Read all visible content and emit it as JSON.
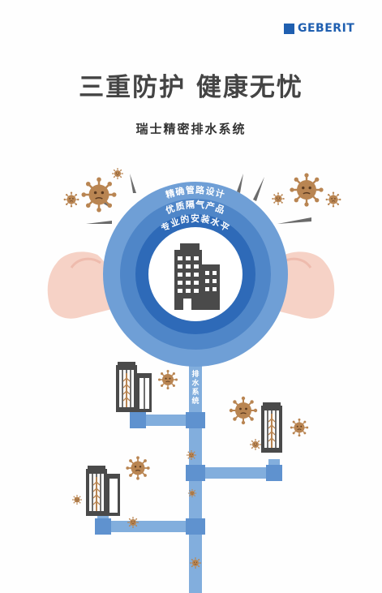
{
  "brand": {
    "name": "GEBERIT",
    "color": "#1f5fb0"
  },
  "headline": "三重防护 健康无忧",
  "subheadline": "瑞士精密排水系统",
  "rings": {
    "outer": "精确管路设计",
    "middle": "优质隔气产品",
    "inner": "专业的安装水平"
  },
  "pipe_label": [
    "排",
    "水",
    "系",
    "统"
  ],
  "colors": {
    "ring_outer": "#6f9fd6",
    "ring_middle": "#4f86c8",
    "ring_inner": "#2e6ab8",
    "pipe": "#82aedd",
    "virus": "#b98552",
    "arm": "#f6d2c6",
    "building": "#4a4a4a"
  },
  "icons": [
    "virus-icon",
    "flexed-arm-icon",
    "building-icon",
    "drain-pipe-icon",
    "impact-burst-icon"
  ]
}
